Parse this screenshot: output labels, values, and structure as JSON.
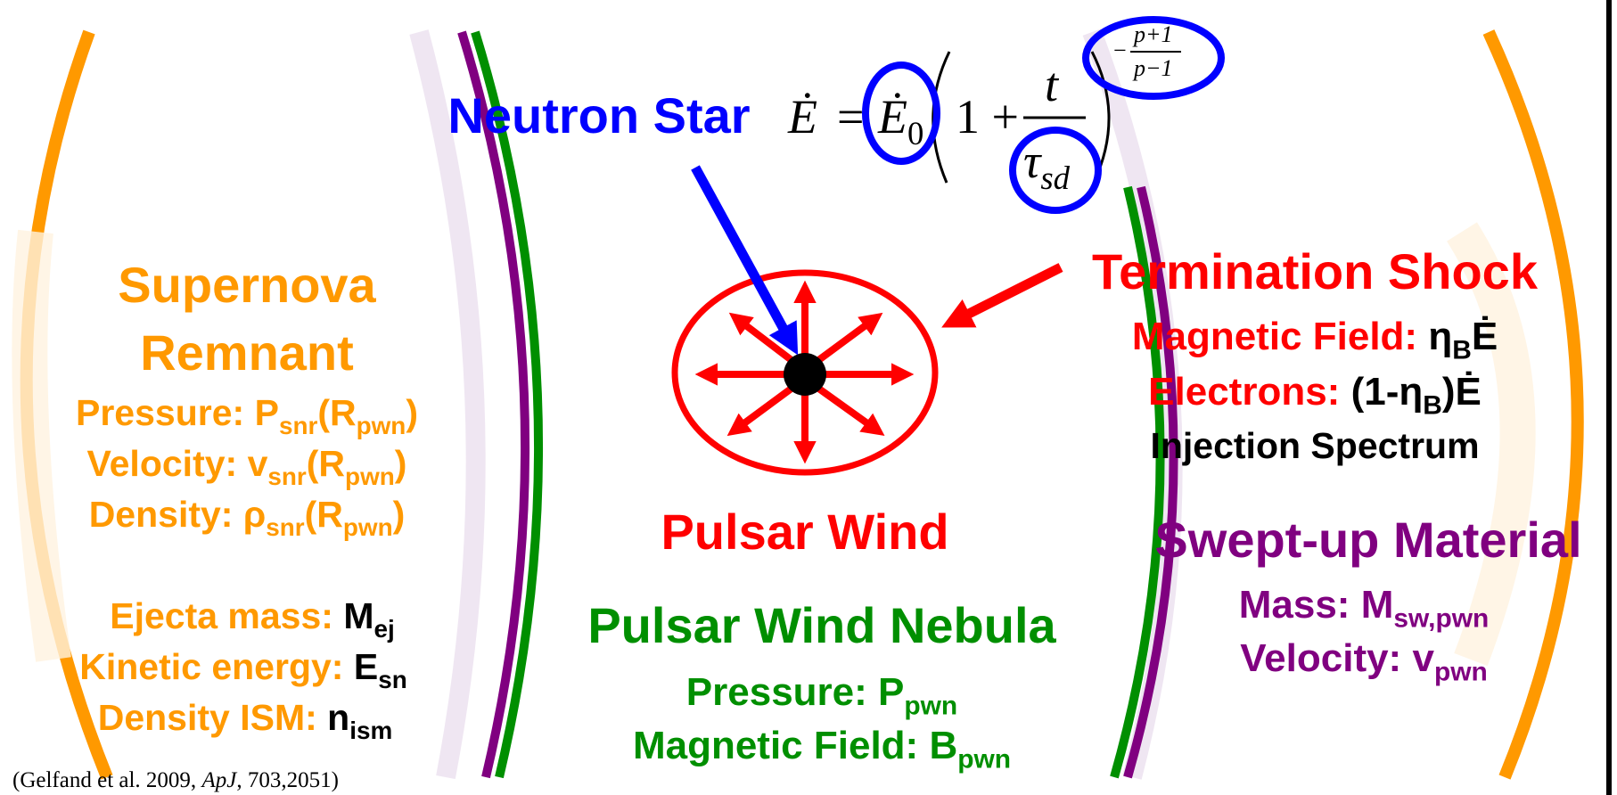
{
  "neutron_star": {
    "label": "Neutron Star",
    "equation": {
      "lhs": "Ė",
      "equals": "=",
      "e0": "Ė",
      "e0_sub": "0",
      "one_plus": "1 +",
      "numerator": "t",
      "denominator": "τ",
      "denominator_sub": "sd",
      "exp_numerator": "p+1",
      "exp_denominator": "p−1",
      "exp_sign": "−"
    }
  },
  "supernova_remnant": {
    "title_line1": "Supernova",
    "title_line2": "Remnant",
    "pressure": {
      "label": "Pressure:",
      "sym": "P",
      "sub": "snr",
      "arg": "(R",
      "arg_sub": "pwn",
      "close": ")"
    },
    "velocity": {
      "label": "Velocity:",
      "sym": "v",
      "sub": "snr",
      "arg": "(R",
      "arg_sub": "pwn",
      "close": ")"
    },
    "density": {
      "label": "Density:",
      "sym": "ρ",
      "sub": "snr",
      "arg": "(R",
      "arg_sub": "pwn",
      "close": ")"
    },
    "ejecta_mass": {
      "label": "Ejecta mass:",
      "sym": "M",
      "sub": "ej"
    },
    "kinetic_energy": {
      "label": "Kinetic energy:",
      "sym": "E",
      "sub": "sn"
    },
    "density_ism": {
      "label": "Density ISM:",
      "sym": "n",
      "sub": "ism"
    }
  },
  "termination_shock": {
    "title": "Termination Shock",
    "magnetic_field": {
      "label": "Magnetic Field:",
      "sym": "η",
      "sub": "B",
      "tail": "Ė"
    },
    "electrons": {
      "label": "Electrons:",
      "pre": "(1-η",
      "sub": "B",
      "tail": ")Ė"
    },
    "injection": "Injection Spectrum"
  },
  "pulsar_wind": {
    "title": "Pulsar Wind"
  },
  "pulsar_wind_nebula": {
    "title": "Pulsar Wind Nebula",
    "pressure": {
      "label": "Pressure:",
      "sym": "P",
      "sub": "pwn"
    },
    "magnetic_field": {
      "label": "Magnetic Field:",
      "sym": "B",
      "sub": "pwn"
    }
  },
  "swept_up_material": {
    "title": "Swept-up Material",
    "mass": {
      "label": "Mass:",
      "sym": "M",
      "sub": "sw,pwn"
    },
    "velocity": {
      "label": "Velocity:",
      "sym": "v",
      "sub": "pwn"
    }
  },
  "citation": {
    "open": "(Gelfand et al. 2009, ",
    "journal": "ApJ",
    "rest": ", 703,2051)"
  },
  "colors": {
    "snr": "#ff9900",
    "wind": "#ff0000",
    "neutron_star": "#0000ff",
    "pwn": "#008f00",
    "swept": "#800080",
    "text": "#000000"
  }
}
